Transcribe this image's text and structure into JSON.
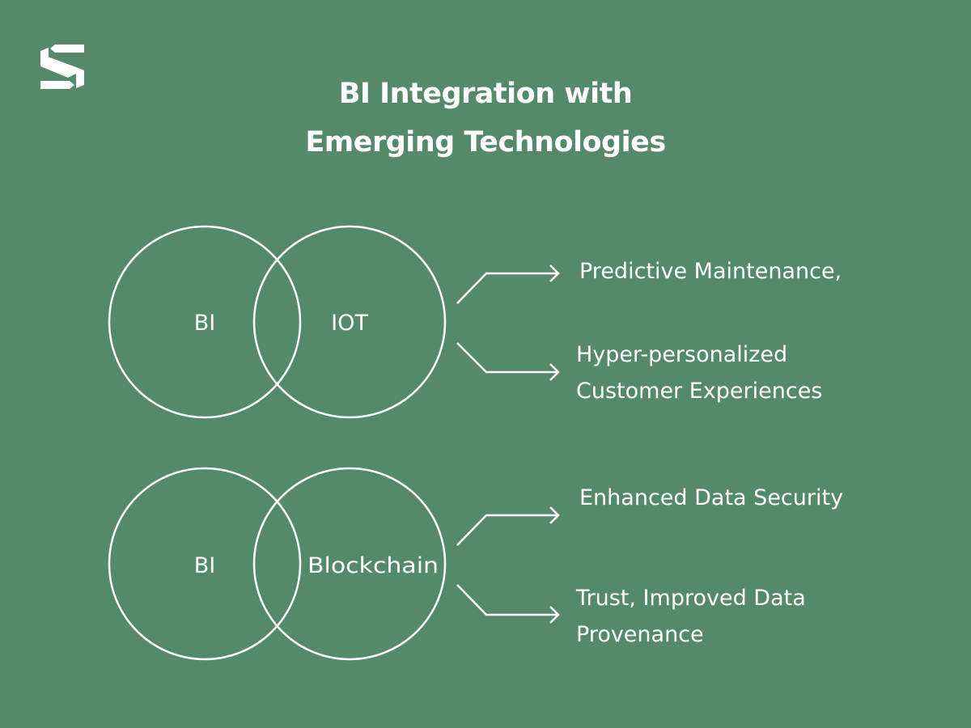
{
  "logo": {
    "icon": "stacked-s-logo-icon"
  },
  "title": {
    "line1": "BI Integration with",
    "line2": "Emerging Technologies"
  },
  "diagrams": [
    {
      "left_label": "BI",
      "right_label": "IOT",
      "outcomes": [
        {
          "lines": [
            "Predictive Maintenance,"
          ]
        },
        {
          "lines": [
            "Hyper-personalized",
            "Customer Experiences"
          ]
        }
      ]
    },
    {
      "left_label": "BI",
      "right_label": "Blockchain",
      "outcomes": [
        {
          "lines": [
            "Enhanced Data Security"
          ]
        },
        {
          "lines": [
            "Trust, Improved Data",
            "Provenance"
          ]
        }
      ]
    }
  ],
  "colors": {
    "background": "#548a69",
    "foreground": "#ffffff"
  }
}
